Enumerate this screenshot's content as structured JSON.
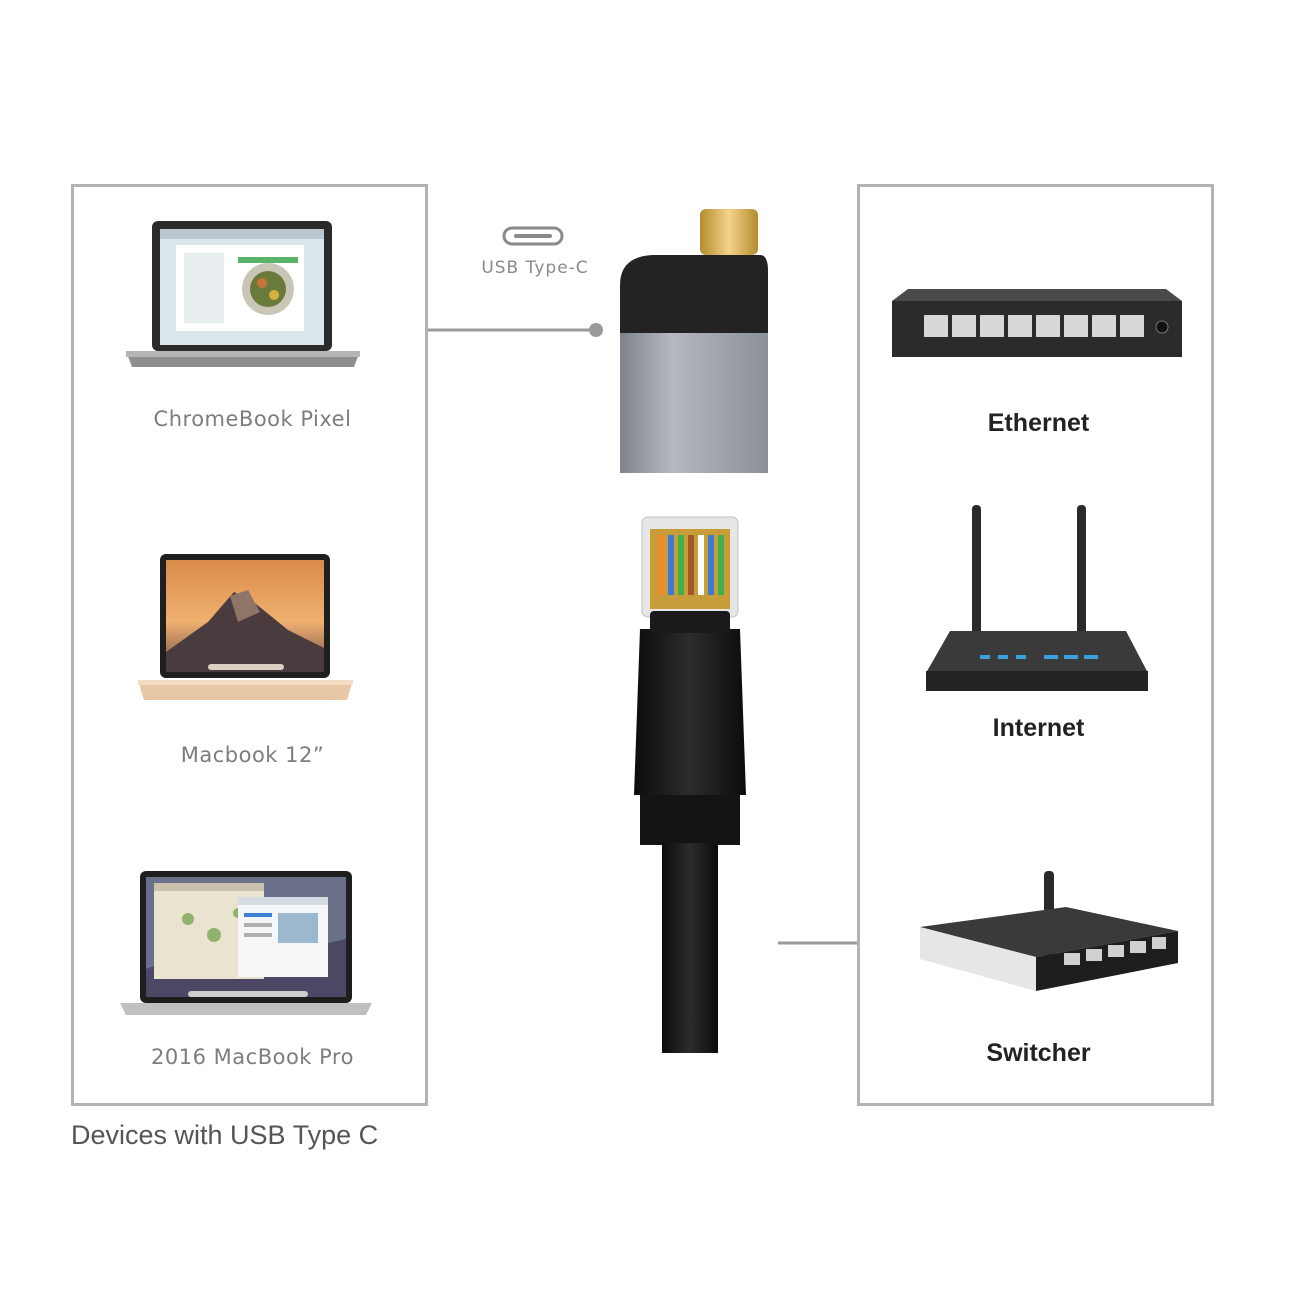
{
  "left_panel": {
    "devices": [
      {
        "label": "ChromeBook Pixel"
      },
      {
        "label": "Macbook 12”"
      },
      {
        "label": "2016 MacBook Pro"
      }
    ],
    "caption": "Devices with USB Type C"
  },
  "connector": {
    "usb_label": "USB Type-C"
  },
  "right_panel": {
    "items": [
      {
        "label": "Ethernet",
        "icon": "ethernet-switch-icon"
      },
      {
        "label": "Internet",
        "icon": "wifi-router-icon"
      },
      {
        "label": "Switcher",
        "icon": "switcher-router-icon"
      }
    ]
  },
  "colors": {
    "panel_border": "#b3b3b3",
    "connector_line": "#9a9a9a",
    "usb_gold": "#d9b25a",
    "adapter_gray": "#9ea3aa",
    "cable_black": "#111111"
  }
}
